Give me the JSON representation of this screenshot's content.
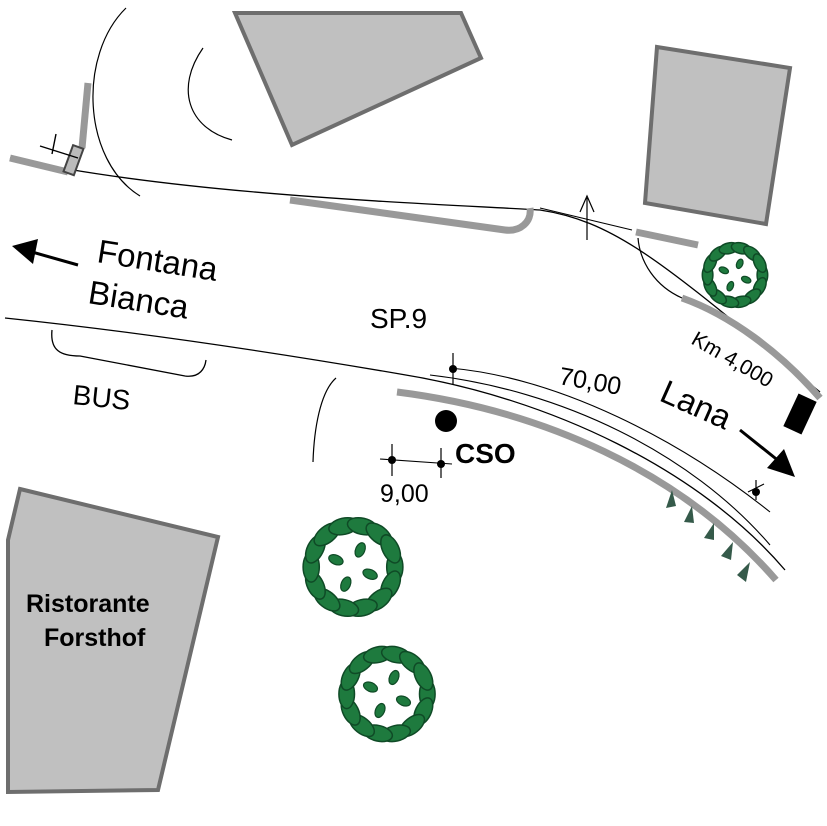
{
  "labels": {
    "fontana": "Fontana",
    "bianca": "Bianca",
    "sp9": "SP.9",
    "bus": "BUS",
    "dist_70": "70,00",
    "dist_9": "9,00",
    "cso": "CSO",
    "lana": "Lana",
    "km": "Km 4,000",
    "restaurant_line1": "Ristorante",
    "restaurant_line2": "Forsthof"
  },
  "colors": {
    "building_fill": "#c0c0c0",
    "building_stroke": "#6e6e6e",
    "guardrail": "#999999",
    "tree_fill": "#1e7a3e",
    "tree_dark": "#0f4a26",
    "ink": "#000000"
  },
  "icons": [
    "arrow-left-icon",
    "arrow-right-icon",
    "north-arrow-icon",
    "tree-icon",
    "cso-point-icon",
    "km-marker-icon",
    "sign-post-icon"
  ]
}
